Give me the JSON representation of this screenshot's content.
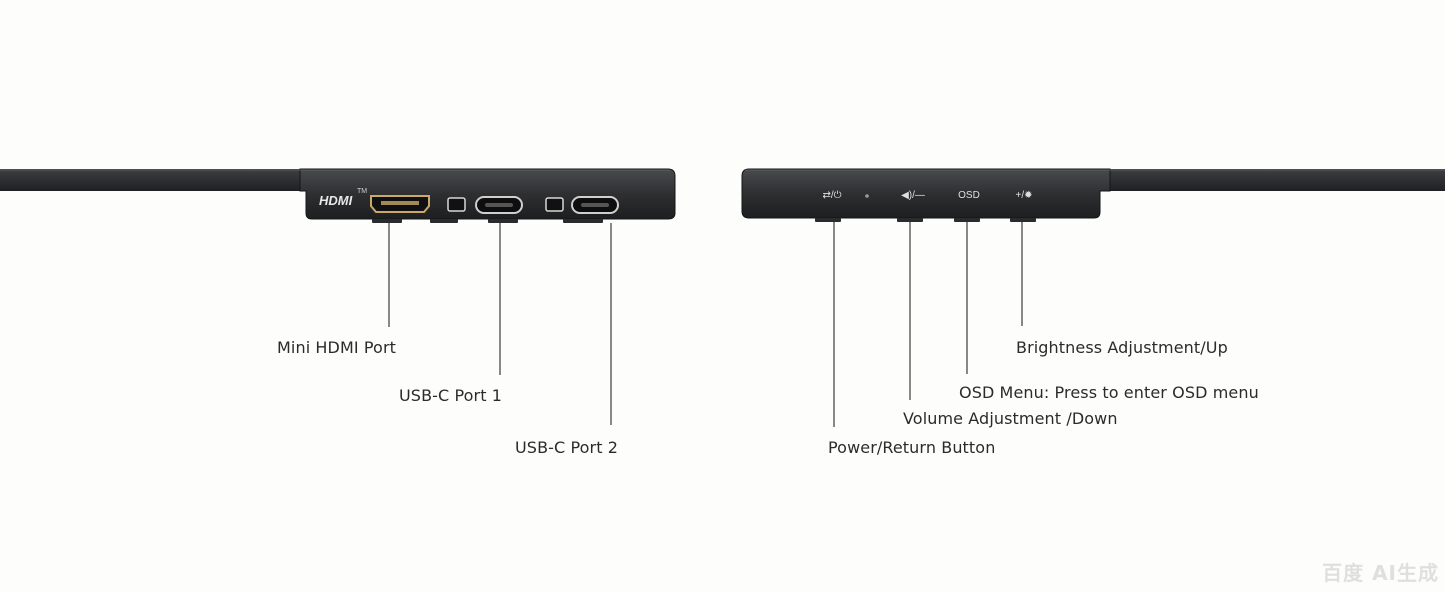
{
  "left_side": {
    "hdmi_logo": "HDMI",
    "hdmi_tm": "TM",
    "labels": {
      "mini_hdmi": "Mini HDMI Port",
      "usbc_1": "USB-C Port 1",
      "usbc_2": "USB-C Port 2"
    }
  },
  "right_side": {
    "button_glyphs": {
      "power": "⇄/⏻",
      "volume": "◀)/—",
      "osd": "OSD",
      "brightness": "+/✹"
    },
    "labels": {
      "brightness": "Brightness Adjustment/Up",
      "osd": "OSD Menu: Press to enter OSD menu",
      "volume": "Volume Adjustment /Down",
      "power": "Power/Return Button"
    }
  },
  "watermark": "百度 AI生成",
  "colors": {
    "housing": "#2e2f31",
    "housing_edge": "#1c1d1f",
    "hdmi_gold": "#c9a86a",
    "callout_line": "#3a3a3a",
    "label_text": "#2b2b2b",
    "background": "#fdfdfc"
  }
}
